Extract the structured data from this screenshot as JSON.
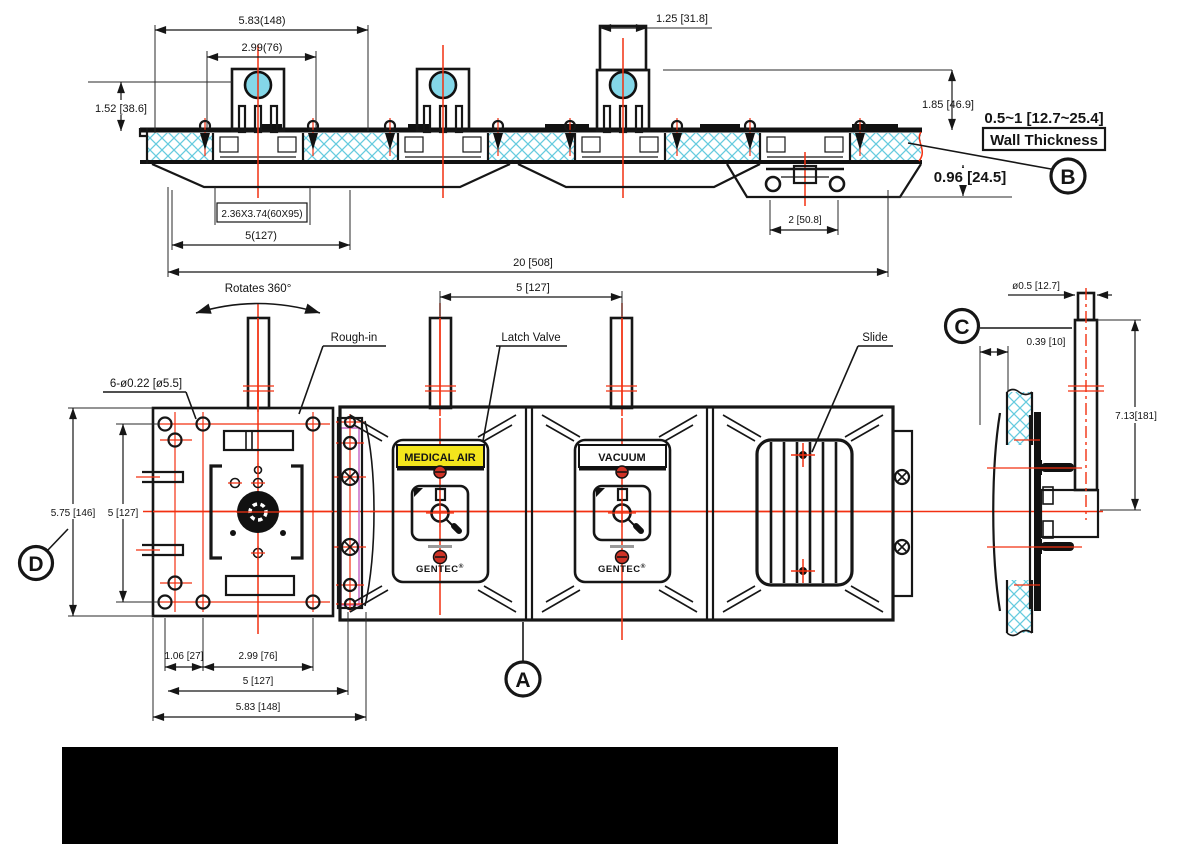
{
  "colors": {
    "centerline_red": "#f23011",
    "hatch_cyan": "#66cbdf",
    "pipe_blue": "#84d7e8",
    "medical_air_yellow": "#f3e51c",
    "strip_violet": "#c76cc7",
    "redaction_black": "#000000"
  },
  "section_view": {
    "dims": {
      "width_outer": "5.83(148)",
      "width_inner": "2.99(76)",
      "height_left": "1.52 [38.6]",
      "pipe_top": "1.25 [31.8]",
      "height_right": "1.85 [46.9]",
      "wall_range": "0.5~1 [12.7~25.4]",
      "wall_label": "Wall Thickness",
      "depth": "0.96 [24.5]",
      "box_size": "2.36X3.74(60X95)",
      "box_width": "5(127)",
      "rail_width": "2 [50.8]",
      "total_width": "20 [508]"
    },
    "balloon": "B"
  },
  "front_view": {
    "labels": {
      "rotates": "Rotates 360°",
      "rough_in": "Rough-in",
      "latch_valve": "Latch Valve",
      "slide": "Slide",
      "holes": "6-ø0.22 [ø5.5]"
    },
    "outlets": [
      {
        "gas": "MEDICAL AIR"
      },
      {
        "gas": "VACUUM"
      }
    ],
    "brand": "GENTEC",
    "brand_mark": "®",
    "dims": {
      "pipe_spacing": "5 [127]",
      "plate_height": "5.75 [146]",
      "hole_spacing_v": "5 [127]",
      "offset": "1.06 [27]",
      "hole_spacing_h": "2.99 [76]",
      "width": "5 [127]",
      "plate_width": "5.83 [148]"
    },
    "balloons": {
      "front": "A",
      "rough_in": "D"
    }
  },
  "side_view": {
    "dims": {
      "pipe_dia": "ø0.5 [12.7]",
      "protrusion": "0.39 [10]",
      "pipe_height": "7.13[181]"
    },
    "balloon": "C"
  }
}
